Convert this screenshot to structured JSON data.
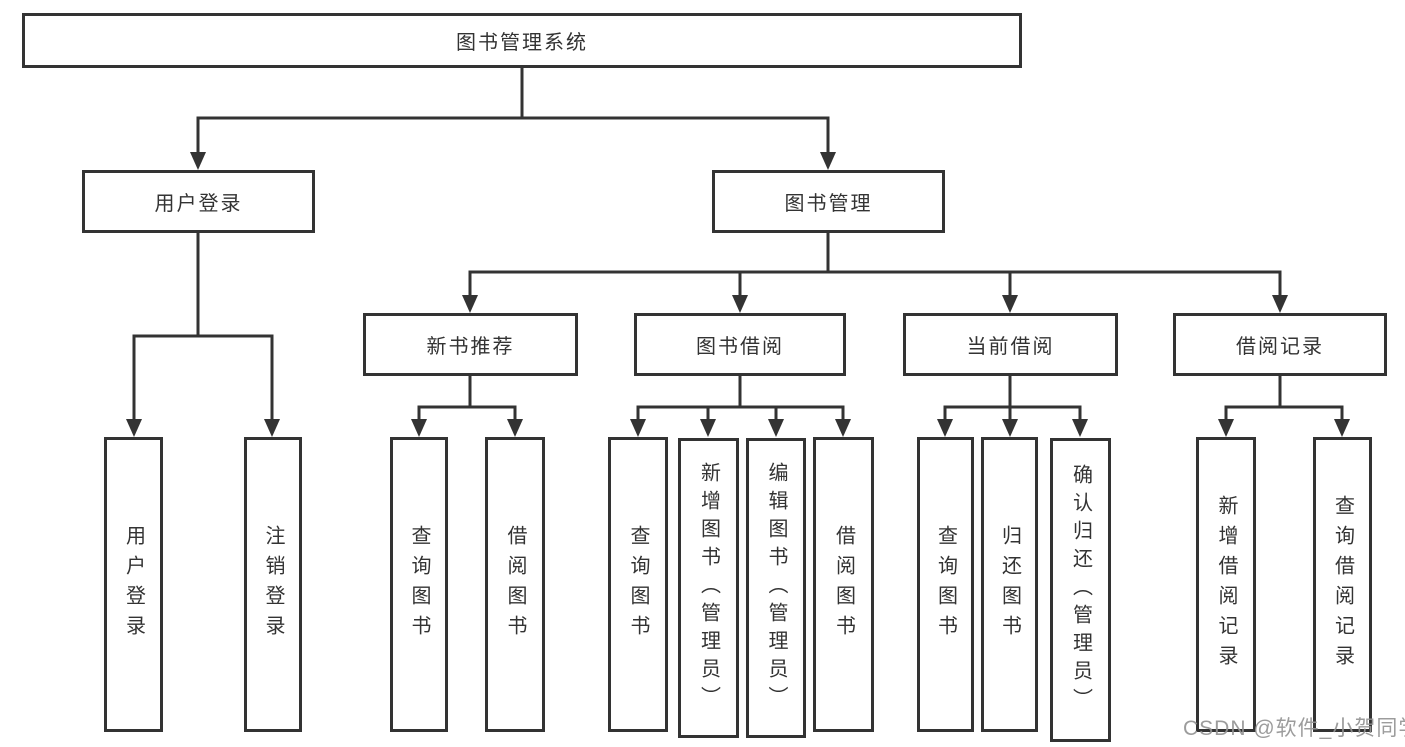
{
  "diagram": {
    "root": {
      "label": "图书管理系统"
    },
    "branches": {
      "user_login": {
        "label": "用户登录"
      },
      "book_management": {
        "label": "图书管理"
      }
    },
    "sections": {
      "new_book_recommend": {
        "label": "新书推荐"
      },
      "book_borrowing": {
        "label": "图书借阅"
      },
      "current_borrowing": {
        "label": "当前借阅"
      },
      "borrowing_records": {
        "label": "借阅记录"
      }
    },
    "leaves": {
      "user_login": {
        "label": "用户登录"
      },
      "logout": {
        "label": "注销登录"
      },
      "rec_query_books": {
        "label": "查询图书"
      },
      "rec_borrow_books": {
        "label": "借阅图书"
      },
      "bor_query_books": {
        "label": "查询图书"
      },
      "bor_add_books": {
        "label": "新增图书（管理员）"
      },
      "bor_edit_books": {
        "label": "编辑图书（管理员）"
      },
      "bor_borrow_books": {
        "label": "借阅图书"
      },
      "cur_query_books": {
        "label": "查询图书"
      },
      "cur_return_books": {
        "label": "归还图书"
      },
      "cur_confirm_return": {
        "label": "确认归还（管理员）"
      },
      "hist_add_record": {
        "label": "新增借阅记录"
      },
      "hist_query_record": {
        "label": "查询借阅记录"
      }
    },
    "edges": [
      [
        "root",
        "user_login"
      ],
      [
        "root",
        "book_management"
      ],
      [
        "user_login",
        "leaf.user_login"
      ],
      [
        "user_login",
        "leaf.logout"
      ],
      [
        "book_management",
        "new_book_recommend"
      ],
      [
        "book_management",
        "book_borrowing"
      ],
      [
        "book_management",
        "current_borrowing"
      ],
      [
        "book_management",
        "borrowing_records"
      ],
      [
        "new_book_recommend",
        "leaf.rec_query_books"
      ],
      [
        "new_book_recommend",
        "leaf.rec_borrow_books"
      ],
      [
        "book_borrowing",
        "leaf.bor_query_books"
      ],
      [
        "book_borrowing",
        "leaf.bor_add_books"
      ],
      [
        "book_borrowing",
        "leaf.bor_edit_books"
      ],
      [
        "book_borrowing",
        "leaf.bor_borrow_books"
      ],
      [
        "current_borrowing",
        "leaf.cur_query_books"
      ],
      [
        "current_borrowing",
        "leaf.cur_return_books"
      ],
      [
        "current_borrowing",
        "leaf.cur_confirm_return"
      ],
      [
        "borrowing_records",
        "leaf.hist_add_record"
      ],
      [
        "borrowing_records",
        "leaf.hist_query_record"
      ]
    ]
  },
  "watermark": {
    "text": "CSDN @软件_小贺同学"
  },
  "colors": {
    "line": "#333333",
    "text": "#333333",
    "box_background": "#ffffff",
    "page_background": "#ffffff",
    "watermark": "#949494"
  }
}
